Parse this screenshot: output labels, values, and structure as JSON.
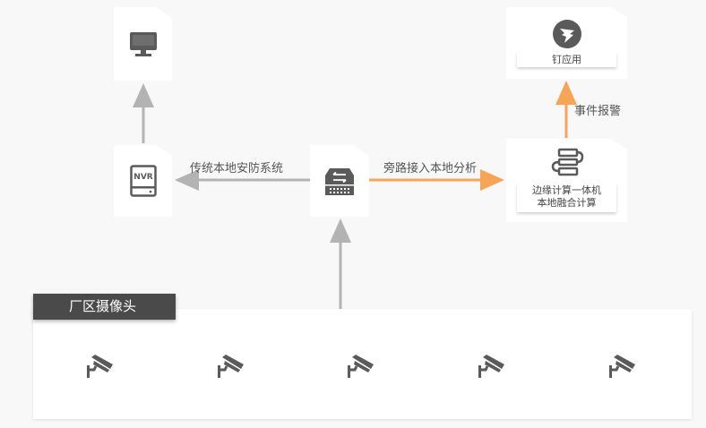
{
  "nodes": {
    "monitor": {
      "icon": "monitor-icon"
    },
    "nvr": {
      "icon": "nvr-icon",
      "icon_text": "NVR"
    },
    "switch": {
      "icon": "network-switch-icon"
    },
    "edge": {
      "icon": "server-stack-icon",
      "line1": "边缘计算一体机",
      "line2": "本地融合计算"
    },
    "dingtalk": {
      "icon": "dingtalk-icon",
      "label": "钉应用"
    }
  },
  "edges": {
    "switch_to_nvr": "传统本地安防系统",
    "switch_to_edge": "旁路接入本地分析",
    "edge_to_dingtalk": "事件报警"
  },
  "cameras": {
    "title": "厂区摄像头",
    "count": 5,
    "icon": "cctv-camera-icon"
  },
  "colors": {
    "gray_arrow": "#b3b3b3",
    "orange_arrow": "#f7a457",
    "icon": "#5a5a5a",
    "title_bg": "#4a4a4a"
  }
}
